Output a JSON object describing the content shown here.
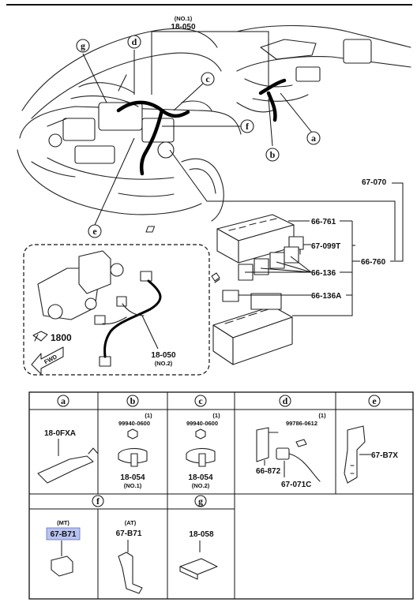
{
  "overview": {
    "harness_title_main": "(NO.1)",
    "harness_code_main": "18-050",
    "callouts": [
      "a",
      "b",
      "c",
      "d",
      "e",
      "f",
      "g"
    ],
    "part_67_070": "67-070",
    "part_66_761": "66-761",
    "part_67_099T": "67-099T",
    "part_66_136": "66-136",
    "part_66_136A": "66-136A",
    "part_66_760": "66-760",
    "part_18_050": "18-050",
    "part_18_050_no": "(NO.2)",
    "torque": "1800",
    "fwd": "FWD"
  },
  "table": {
    "cells": [
      {
        "letter": "a",
        "parts": [
          "18-0FXA"
        ]
      },
      {
        "letter": "b",
        "parts": [
          "(1)",
          "99940-0600",
          "18-054",
          "(NO.1)"
        ]
      },
      {
        "letter": "c",
        "parts": [
          "(1)",
          "99940-0600",
          "18-054",
          "(NO.2)"
        ]
      },
      {
        "letter": "d",
        "parts": [
          "(1)",
          "99786-0612",
          "66-872",
          "67-071C"
        ]
      },
      {
        "letter": "e",
        "parts": [
          "67-B7X"
        ]
      },
      {
        "letter": "f",
        "variants": [
          {
            "note": "(MT)",
            "part": "67-B71",
            "highlighted": true
          },
          {
            "note": "(AT)",
            "part": "67-B71"
          }
        ]
      },
      {
        "letter": "g",
        "parts": [
          "18-058"
        ]
      }
    ]
  }
}
